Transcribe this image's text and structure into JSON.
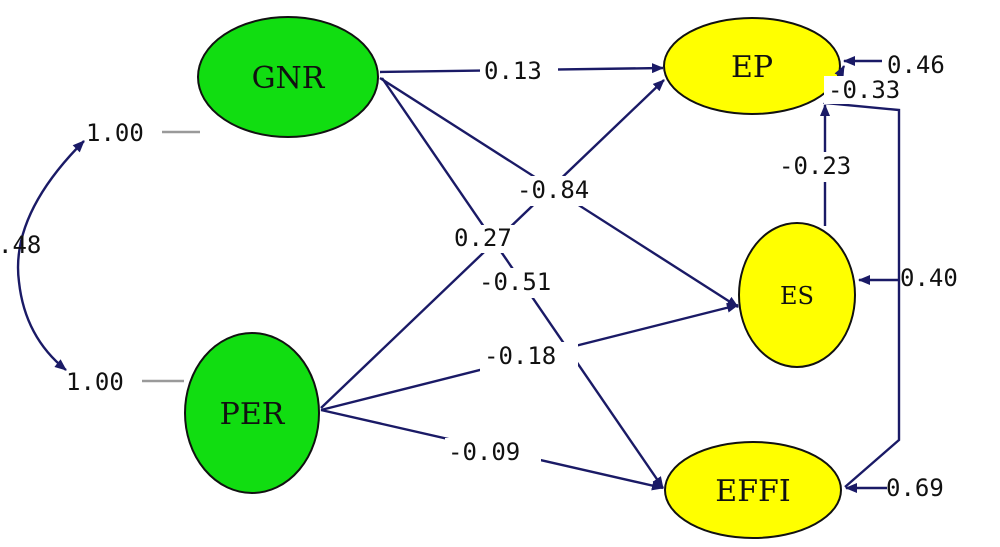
{
  "colors": {
    "exogenous_fill": "#11dd11",
    "endogenous_fill": "#ffff00",
    "node_stroke": "#111111",
    "arrow": "#1a1a66",
    "variance_line": "#9a9a9a"
  },
  "nodes": {
    "gnr": {
      "label": "GNR"
    },
    "per": {
      "label": "PER"
    },
    "ep": {
      "label": "EP"
    },
    "es": {
      "label": "ES"
    },
    "effi": {
      "label": "EFFI"
    }
  },
  "exogenous_variances": {
    "gnr": "1.00",
    "per": "1.00"
  },
  "covariance": {
    "gnr_per": ".48"
  },
  "paths": {
    "gnr_ep": "0.13",
    "gnr_es": "-0.84",
    "gnr_effi": "-0.51",
    "per_ep": "0.27",
    "per_es": "-0.18",
    "per_effi": "-0.09",
    "es_ep": "-0.23",
    "effi_ep": "-0.33"
  },
  "error_variances": {
    "ep": "0.46",
    "es": "0.40",
    "effi": "0.69"
  }
}
